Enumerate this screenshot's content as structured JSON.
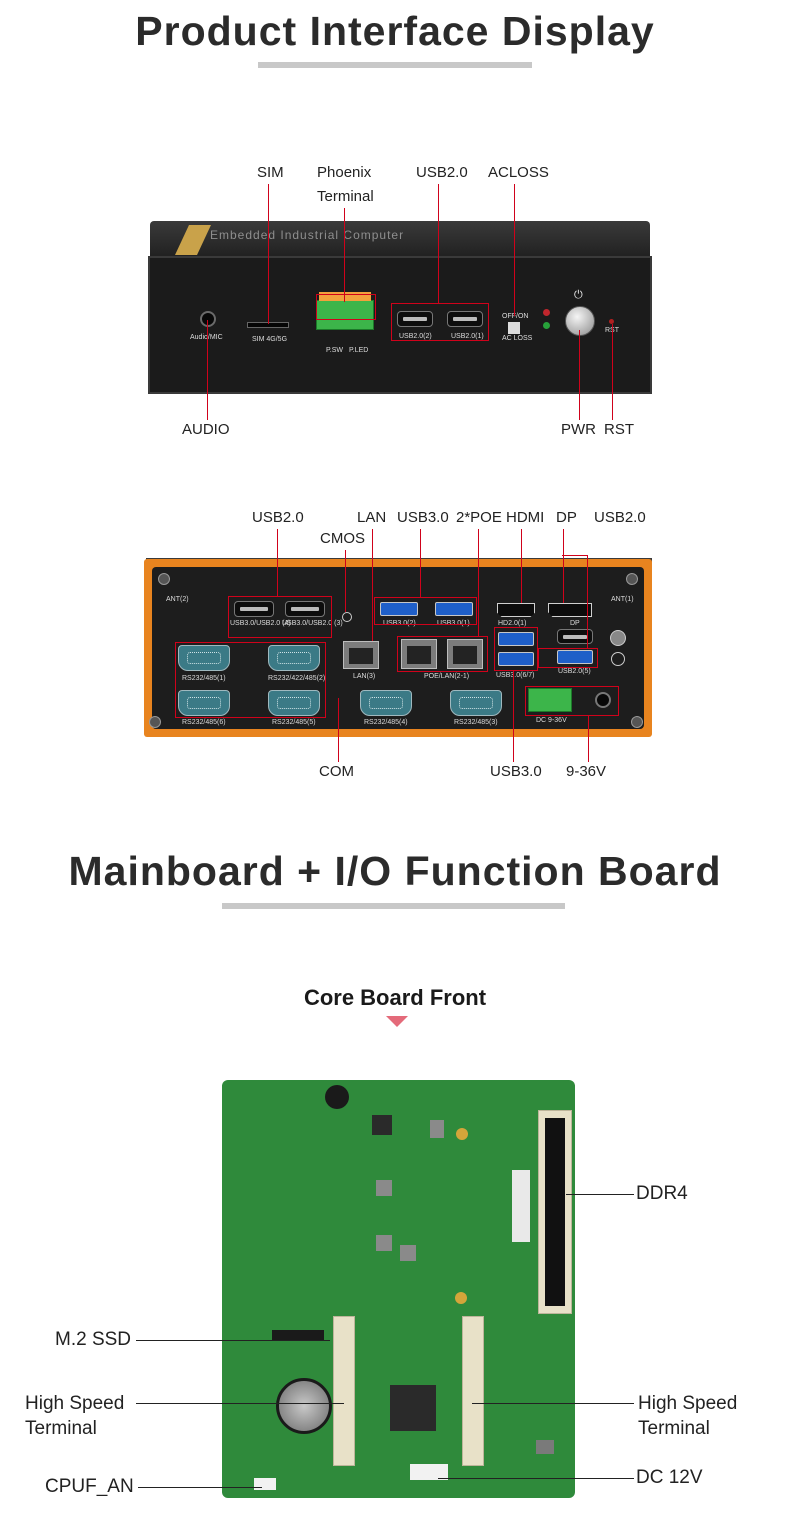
{
  "section1": {
    "title": "Product Interface Display",
    "front_labels": {
      "sim": "SIM",
      "phoenix": "Phoenix",
      "terminal": "Terminal",
      "usb20": "USB2.0",
      "acloss": "ACLOSS",
      "audio": "AUDIO",
      "pwr": "PWR",
      "rst": "RST"
    },
    "rear_labels": {
      "usb20_left": "USB2.0",
      "cmos": "CMOS",
      "lan": "LAN",
      "usb30_top": "USB3.0",
      "poe": "2*POE",
      "hdmi": "HDMI",
      "dp": "DP",
      "usb20_right": "USB2.0",
      "com": "COM",
      "usb30_bottom": "USB3.0",
      "dc": "9-36V"
    },
    "front_printed": {
      "engrave": "Embedded Industrial Computer",
      "audio_mic": "Audio/MIC",
      "sim_slot": "SIM 4G/5G",
      "psw": "P.SW",
      "pled": "P.LED",
      "usb_2": "USB2.0(2)",
      "usb_1": "USB2.0(1)",
      "offon": "OFF/ON",
      "acloss": "AC LOSS",
      "rst": "RST"
    },
    "rear_printed": {
      "ant2": "ANT(2)",
      "ant1": "ANT(1)",
      "usb_4": "USB3.0/USB2.0 (4)",
      "usb_3": "USB3.0/USB2.0 (3)",
      "usb3_2": "USB3.0(2)",
      "usb3_1": "USB3.0(1)",
      "hdmi": "HD2.0(1)",
      "dp": "DP",
      "lan3": "LAN(3)",
      "poe": "POE/LAN(2-1)",
      "usb3_67": "USB3.0(6/7)",
      "usb2_5": "USB2.0(5)",
      "com1": "RS232/485(1)",
      "com2": "RS232/422/485(2)",
      "com6": "RS232/485(6)",
      "com5": "RS232/485(5)",
      "com4": "RS232/485(4)",
      "com3": "RS232/485(3)",
      "dc": "DC 9-36V"
    }
  },
  "section2": {
    "title": "Mainboard + I/O Function Board",
    "subtitle": "Core Board Front",
    "labels": {
      "ddr4": "DDR4",
      "m2": "M.2 SSD",
      "hs_left_1": "High Speed",
      "hs_left_2": "Terminal",
      "hs_right_1": "High Speed",
      "hs_right_2": "Terminal",
      "cpufan": "CPUF_AN",
      "dc12": "DC 12V"
    }
  },
  "colors": {
    "accent_line": "#d0021b",
    "device_orange": "#e8841f",
    "board_green": "#2f8a3b",
    "triangle": "#e46a7a"
  }
}
